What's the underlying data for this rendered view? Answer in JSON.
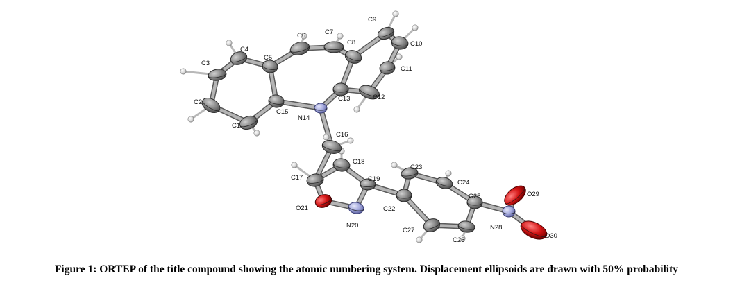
{
  "caption": "Figure 1: ORTEP of the title compound showing the atomic numbering system. Displacement ellipsoids are drawn with 50% probability",
  "colors": {
    "carbon": "#8c8c8c",
    "nitrogen": "#a9aee0",
    "oxygen": "#d01818",
    "hydrogen": "#dcdcdc",
    "bond": "#9a9a9a"
  },
  "atoms": [
    {
      "id": "C1",
      "label": "C1",
      "element": "C"
    },
    {
      "id": "C2",
      "label": "C2",
      "element": "C"
    },
    {
      "id": "C3",
      "label": "C3",
      "element": "C"
    },
    {
      "id": "C4",
      "label": "C4",
      "element": "C"
    },
    {
      "id": "C5",
      "label": "C5",
      "element": "C"
    },
    {
      "id": "C6",
      "label": "C6",
      "element": "C"
    },
    {
      "id": "C7",
      "label": "C7",
      "element": "C"
    },
    {
      "id": "C8",
      "label": "C8",
      "element": "C"
    },
    {
      "id": "C9",
      "label": "C9",
      "element": "C"
    },
    {
      "id": "C10",
      "label": "C10",
      "element": "C"
    },
    {
      "id": "C11",
      "label": "C11",
      "element": "C"
    },
    {
      "id": "C12",
      "label": "C12",
      "element": "C"
    },
    {
      "id": "C13",
      "label": "C13",
      "element": "C"
    },
    {
      "id": "N14",
      "label": "N14",
      "element": "N"
    },
    {
      "id": "C15",
      "label": "C15",
      "element": "C"
    },
    {
      "id": "C16",
      "label": "C16",
      "element": "C"
    },
    {
      "id": "C17",
      "label": "C17",
      "element": "C"
    },
    {
      "id": "C18",
      "label": "C18",
      "element": "C"
    },
    {
      "id": "C19",
      "label": "C19",
      "element": "C"
    },
    {
      "id": "N20",
      "label": "N20",
      "element": "N"
    },
    {
      "id": "O21",
      "label": "O21",
      "element": "O"
    },
    {
      "id": "C22",
      "label": "C22",
      "element": "C"
    },
    {
      "id": "C23",
      "label": "C23",
      "element": "C"
    },
    {
      "id": "C24",
      "label": "C24",
      "element": "C"
    },
    {
      "id": "C25",
      "label": "C25",
      "element": "C"
    },
    {
      "id": "C26",
      "label": "C26",
      "element": "C"
    },
    {
      "id": "C27",
      "label": "C27",
      "element": "C"
    },
    {
      "id": "N28",
      "label": "N28",
      "element": "N"
    },
    {
      "id": "O29",
      "label": "O29",
      "element": "O"
    },
    {
      "id": "O30",
      "label": "O30",
      "element": "O"
    }
  ],
  "bonds": [
    [
      "C1",
      "C2"
    ],
    [
      "C2",
      "C3"
    ],
    [
      "C3",
      "C4"
    ],
    [
      "C4",
      "C5"
    ],
    [
      "C5",
      "C15"
    ],
    [
      "C15",
      "C1"
    ],
    [
      "C5",
      "C6"
    ],
    [
      "C6",
      "C7"
    ],
    [
      "C7",
      "C8"
    ],
    [
      "C8",
      "C9"
    ],
    [
      "C9",
      "C10"
    ],
    [
      "C10",
      "C11"
    ],
    [
      "C11",
      "C12"
    ],
    [
      "C12",
      "C13"
    ],
    [
      "C13",
      "C8"
    ],
    [
      "C13",
      "N14"
    ],
    [
      "N14",
      "C15"
    ],
    [
      "N14",
      "C16"
    ],
    [
      "C16",
      "C17"
    ],
    [
      "C17",
      "C18"
    ],
    [
      "C18",
      "C19"
    ],
    [
      "C19",
      "N20"
    ],
    [
      "N20",
      "O21"
    ],
    [
      "O21",
      "C17"
    ],
    [
      "C19",
      "C22"
    ],
    [
      "C22",
      "C23"
    ],
    [
      "C23",
      "C24"
    ],
    [
      "C24",
      "C25"
    ],
    [
      "C25",
      "C26"
    ],
    [
      "C26",
      "C27"
    ],
    [
      "C27",
      "C22"
    ],
    [
      "C25",
      "N28"
    ],
    [
      "N28",
      "O29"
    ],
    [
      "N28",
      "O30"
    ]
  ],
  "hydrogens": [
    {
      "atom": "C1"
    },
    {
      "atom": "C2"
    },
    {
      "atom": "C3"
    },
    {
      "atom": "C4"
    },
    {
      "atom": "C6"
    },
    {
      "atom": "C7"
    },
    {
      "atom": "C9"
    },
    {
      "atom": "C10"
    },
    {
      "atom": "C11"
    },
    {
      "atom": "C12"
    },
    {
      "atom": "C16"
    },
    {
      "atom": "C16"
    },
    {
      "atom": "C17"
    },
    {
      "atom": "C18"
    },
    {
      "atom": "C23"
    },
    {
      "atom": "C24"
    },
    {
      "atom": "C26"
    },
    {
      "atom": "C27"
    }
  ]
}
